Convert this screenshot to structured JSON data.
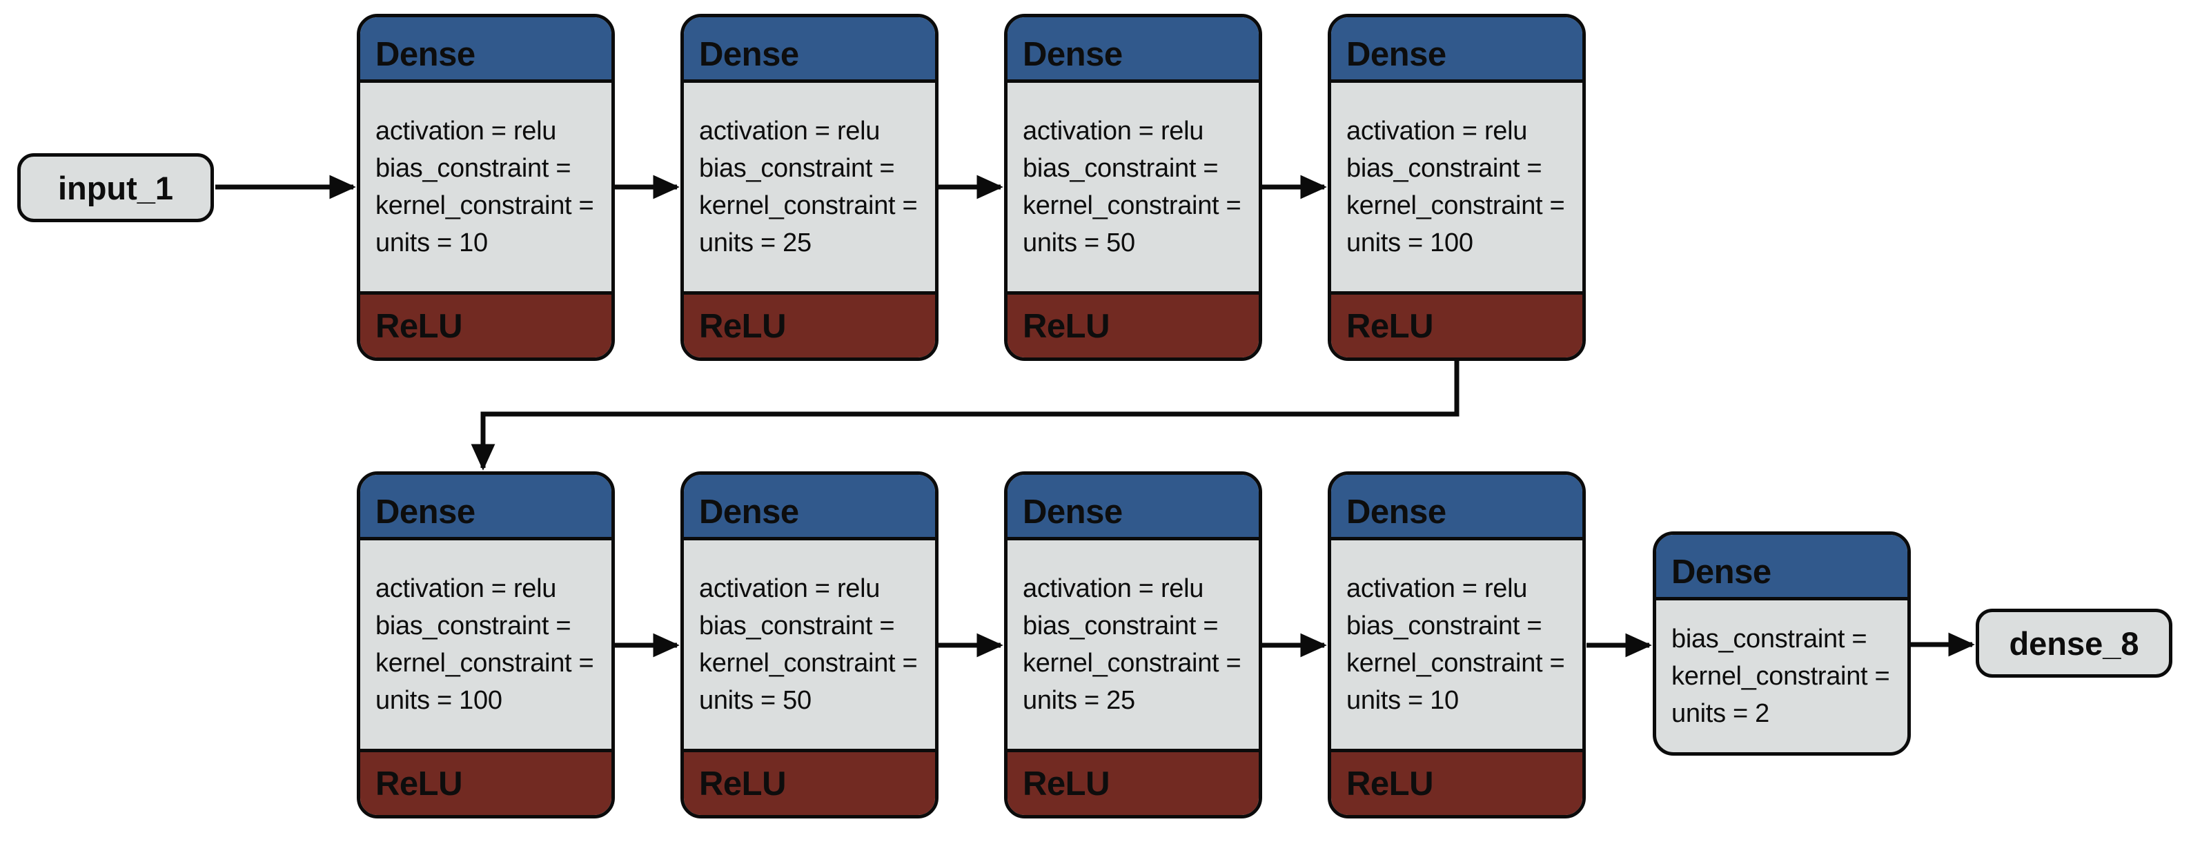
{
  "nodes": {
    "input": {
      "label": "input_1"
    },
    "output": {
      "label": "dense_8"
    }
  },
  "blocks": [
    {
      "title": "Dense",
      "params": [
        "activation = relu",
        "bias_constraint =",
        "kernel_constraint =",
        "units = 10"
      ],
      "footer": "ReLU"
    },
    {
      "title": "Dense",
      "params": [
        "activation = relu",
        "bias_constraint =",
        "kernel_constraint =",
        "units = 25"
      ],
      "footer": "ReLU"
    },
    {
      "title": "Dense",
      "params": [
        "activation = relu",
        "bias_constraint =",
        "kernel_constraint =",
        "units = 50"
      ],
      "footer": "ReLU"
    },
    {
      "title": "Dense",
      "params": [
        "activation = relu",
        "bias_constraint =",
        "kernel_constraint =",
        "units = 100"
      ],
      "footer": "ReLU"
    },
    {
      "title": "Dense",
      "params": [
        "activation = relu",
        "bias_constraint =",
        "kernel_constraint =",
        "units = 100"
      ],
      "footer": "ReLU"
    },
    {
      "title": "Dense",
      "params": [
        "activation = relu",
        "bias_constraint =",
        "kernel_constraint =",
        "units = 50"
      ],
      "footer": "ReLU"
    },
    {
      "title": "Dense",
      "params": [
        "activation = relu",
        "bias_constraint =",
        "kernel_constraint =",
        "units = 25"
      ],
      "footer": "ReLU"
    },
    {
      "title": "Dense",
      "params": [
        "activation = relu",
        "bias_constraint =",
        "kernel_constraint =",
        "units = 10"
      ],
      "footer": "ReLU"
    },
    {
      "title": "Dense",
      "params": [
        "bias_constraint =",
        "kernel_constraint =",
        "units = 2"
      ]
    }
  ],
  "edges": [
    {
      "from": "input_1",
      "to": "dense-block-1"
    },
    {
      "from": "dense-block-1",
      "to": "dense-block-2"
    },
    {
      "from": "dense-block-2",
      "to": "dense-block-3"
    },
    {
      "from": "dense-block-3",
      "to": "dense-block-4"
    },
    {
      "from": "dense-block-4",
      "to": "dense-block-5"
    },
    {
      "from": "dense-block-5",
      "to": "dense-block-6"
    },
    {
      "from": "dense-block-6",
      "to": "dense-block-7"
    },
    {
      "from": "dense-block-7",
      "to": "dense-block-8"
    },
    {
      "from": "dense-block-8",
      "to": "dense-block-9"
    },
    {
      "from": "dense-block-9",
      "to": "dense_8"
    }
  ],
  "colors": {
    "header_blue": "#31598C",
    "footer_red": "#722A22",
    "body_gray": "#DBDEDE",
    "node_gray": "#DBDEDE",
    "line_black": "#0B0B0B"
  }
}
